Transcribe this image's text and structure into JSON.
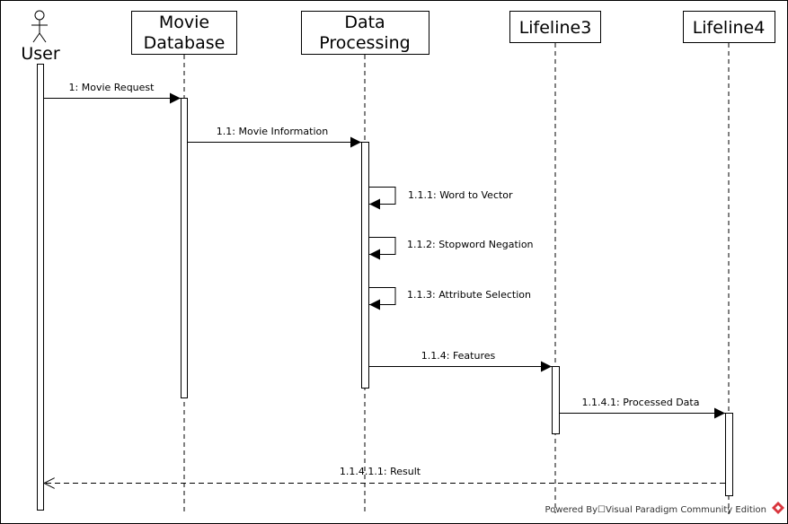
{
  "diagram": {
    "actor": {
      "label": "User"
    },
    "lifelines": [
      {
        "id": "movie-db",
        "label_lines": [
          "Movie",
          "Database"
        ]
      },
      {
        "id": "data-processing",
        "label_lines": [
          "Data",
          "Processing"
        ]
      },
      {
        "id": "lifeline3",
        "label_lines": [
          "Lifeline3"
        ]
      },
      {
        "id": "lifeline4",
        "label_lines": [
          "Lifeline4"
        ]
      }
    ],
    "messages": [
      {
        "id": "m1",
        "label": "1: Movie Request",
        "from": "User",
        "to": "Movie Database",
        "kind": "sync"
      },
      {
        "id": "m2",
        "label": "1.1: Movie Information",
        "from": "Movie Database",
        "to": "Data Processing",
        "kind": "sync"
      },
      {
        "id": "m3",
        "label": "1.1.1: Word to Vector",
        "from": "Data Processing",
        "to": "Data Processing",
        "kind": "self"
      },
      {
        "id": "m4",
        "label": "1.1.2: Stopword Negation",
        "from": "Data Processing",
        "to": "Data Processing",
        "kind": "self"
      },
      {
        "id": "m5",
        "label": "1.1.3: Attribute Selection",
        "from": "Data Processing",
        "to": "Data Processing",
        "kind": "self"
      },
      {
        "id": "m6",
        "label": "1.1.4: Features",
        "from": "Data Processing",
        "to": "Lifeline3",
        "kind": "sync"
      },
      {
        "id": "m7",
        "label": "1.1.4.1: Processed Data",
        "from": "Lifeline3",
        "to": "Lifeline4",
        "kind": "sync"
      },
      {
        "id": "m8",
        "label": "1.1.4.1.1: Result",
        "from": "Lifeline4",
        "to": "User",
        "kind": "return"
      }
    ],
    "footer": {
      "text": "Powered By☐Visual Paradigm Community Edition",
      "logo_color": "#d9363e"
    }
  }
}
